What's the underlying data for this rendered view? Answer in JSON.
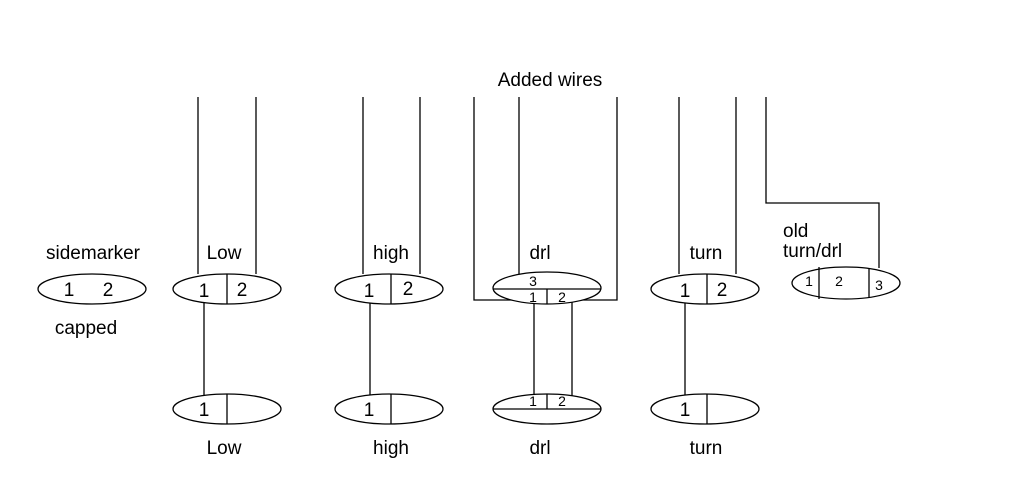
{
  "title": "Added wires",
  "connectors": {
    "sidemarker": {
      "label": "sidemarker",
      "pins": [
        "1",
        "2"
      ],
      "note": "capped"
    },
    "low_top": {
      "label": "Low",
      "pins": [
        "1",
        "2"
      ]
    },
    "high_top": {
      "label": "high",
      "pins": [
        "1",
        "2"
      ]
    },
    "drl_top": {
      "label": "drl",
      "pins": [
        "3",
        "1",
        "2"
      ]
    },
    "turn_top": {
      "label": "turn",
      "pins": [
        "1",
        "2"
      ]
    },
    "old_turn_drl": {
      "label_line1": "old",
      "label_line2": "turn/drl",
      "pins": [
        "1",
        "2",
        "3"
      ]
    },
    "low_bottom": {
      "label": "Low",
      "pins": [
        "1"
      ]
    },
    "high_bottom": {
      "label": "high",
      "pins": [
        "1"
      ]
    },
    "drl_bottom": {
      "label": "drl",
      "pins": [
        "1",
        "2"
      ]
    },
    "turn_bottom": {
      "label": "turn",
      "pins": [
        "1"
      ]
    }
  }
}
